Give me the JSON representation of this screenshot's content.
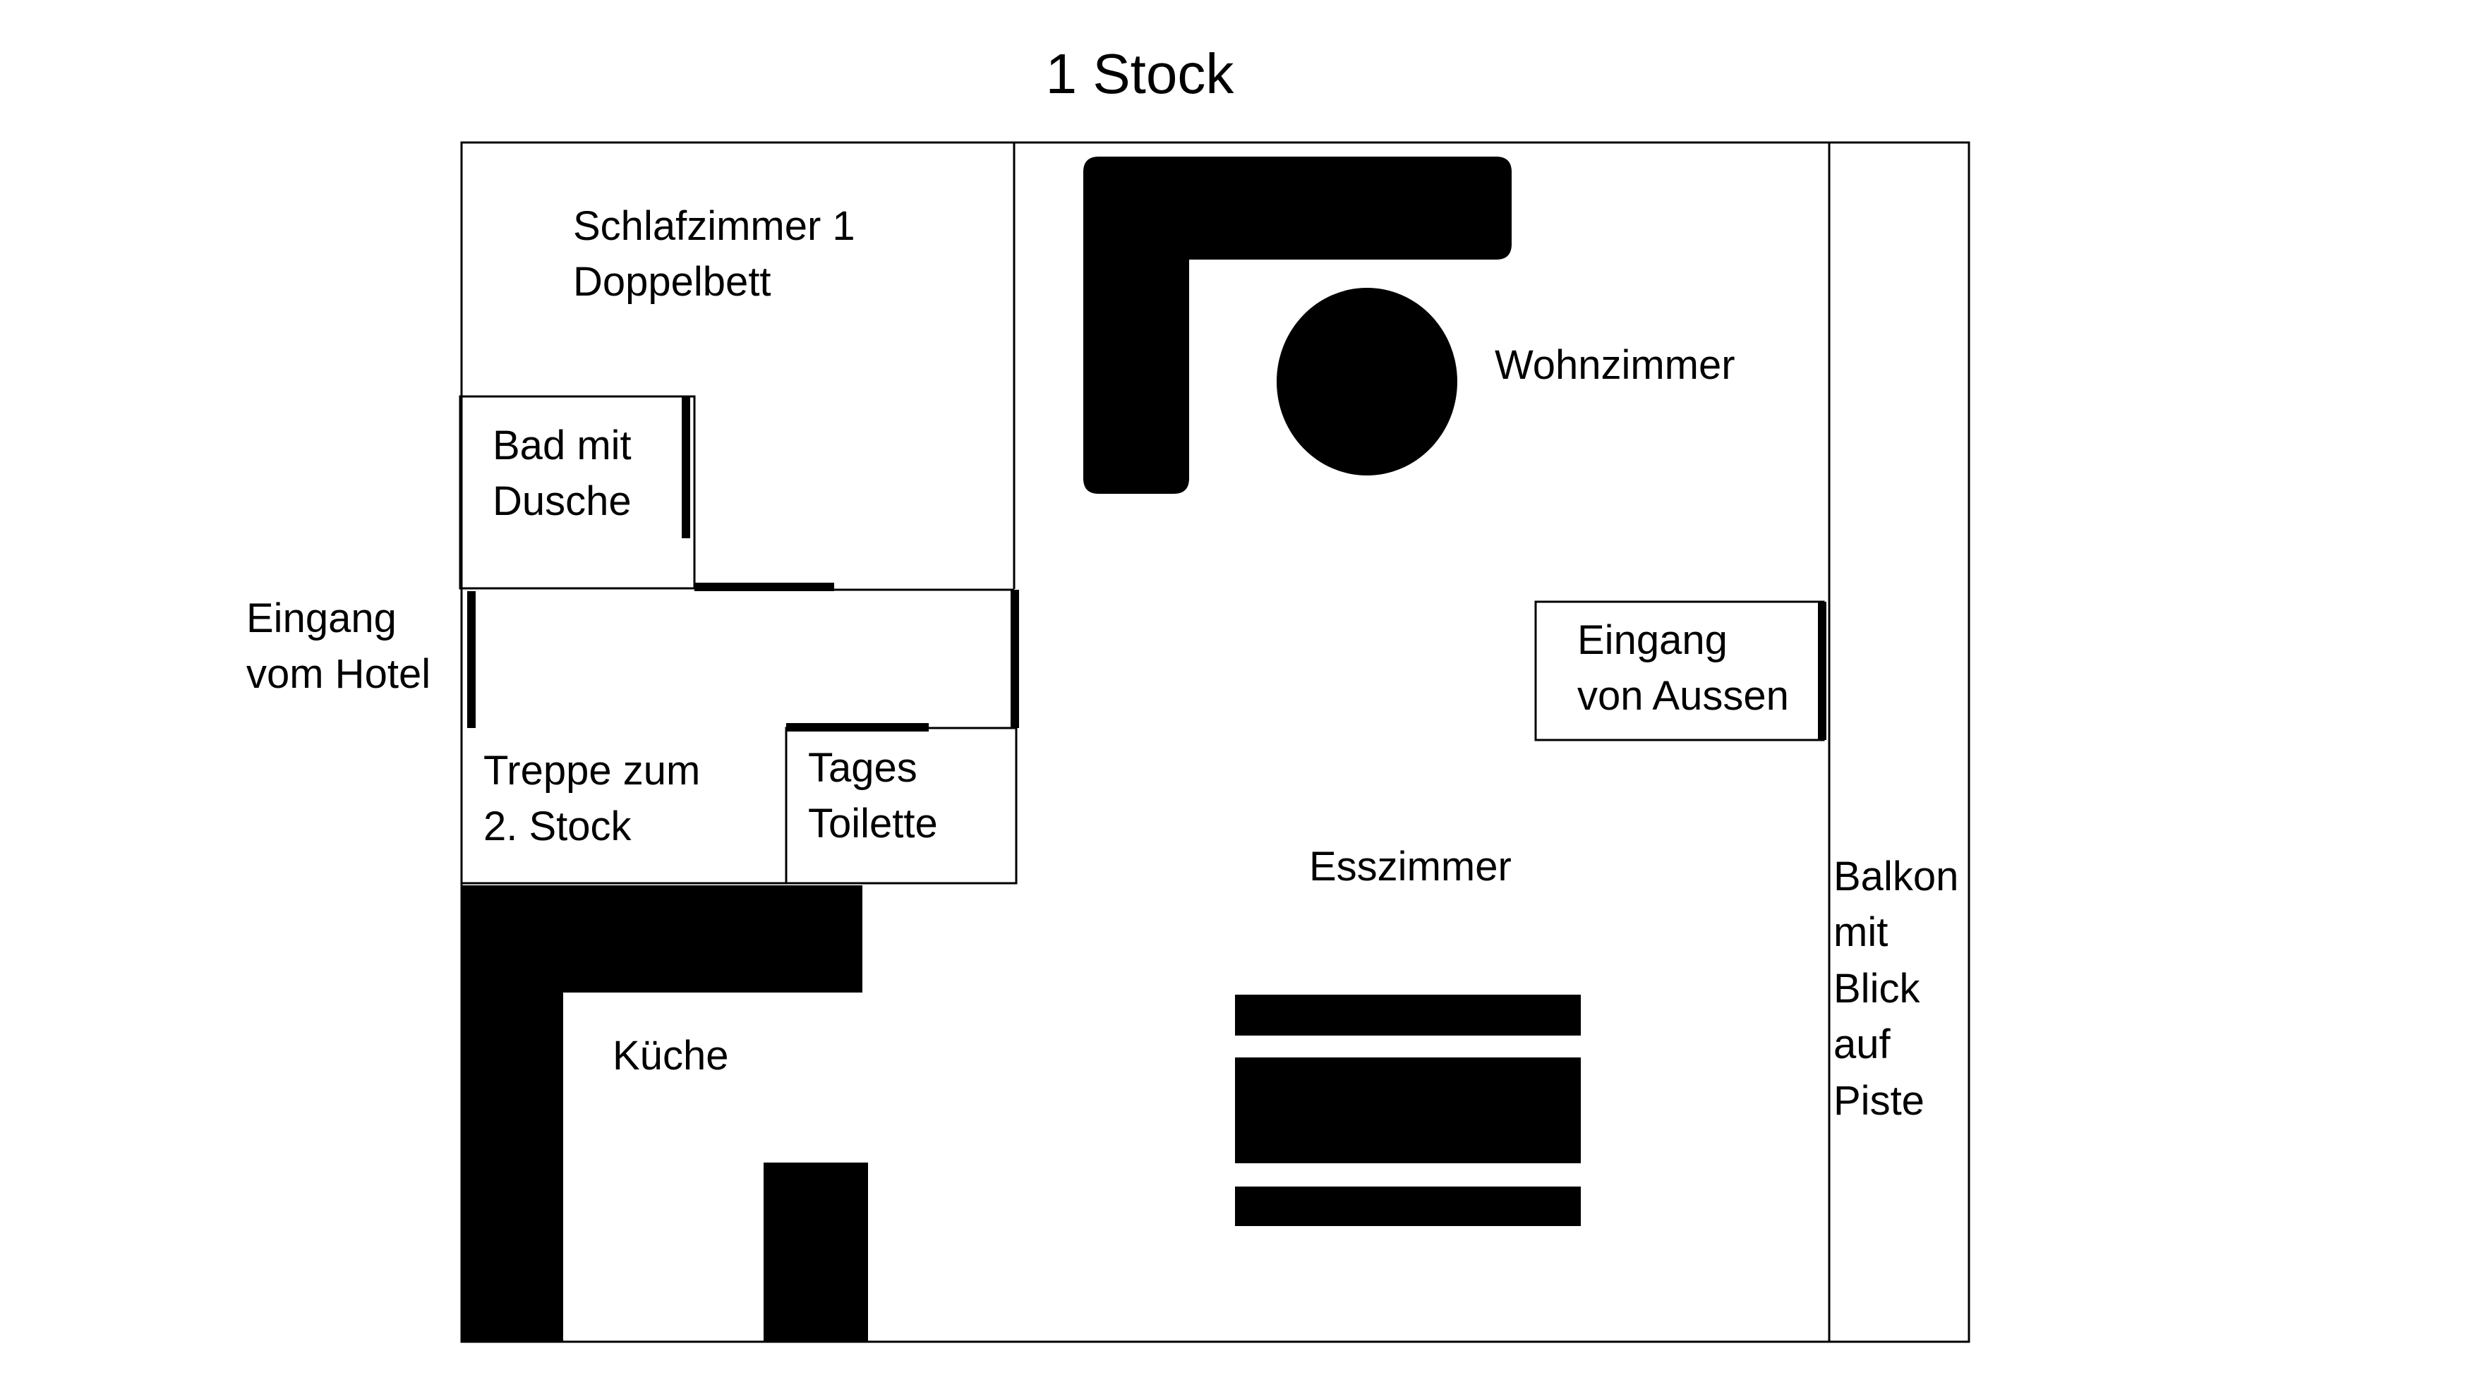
{
  "title": "1 Stock",
  "rooms": {
    "schlafzimmer": {
      "line1": "Schlafzimmer 1",
      "line2": "Doppelbett"
    },
    "bad": {
      "line1": "Bad mit",
      "line2": "Dusche"
    },
    "eingang_hotel": {
      "line1": "Eingang",
      "line2": "vom Hotel"
    },
    "treppe": {
      "line1": "Treppe zum",
      "line2": "2. Stock"
    },
    "toilette": {
      "line1": "Tages",
      "line2": "Toilette"
    },
    "kueche": {
      "line1": "Küche"
    },
    "wohnzimmer": {
      "line1": "Wohnzimmer"
    },
    "eingang_aussen": {
      "line1": "Eingang",
      "line2": "von Aussen"
    },
    "esszimmer": {
      "line1": "Esszimmer"
    },
    "balkon": {
      "line1": "Balkon",
      "line2": "mit",
      "line3": "Blick",
      "line4": "auf",
      "line5": "Piste"
    }
  }
}
